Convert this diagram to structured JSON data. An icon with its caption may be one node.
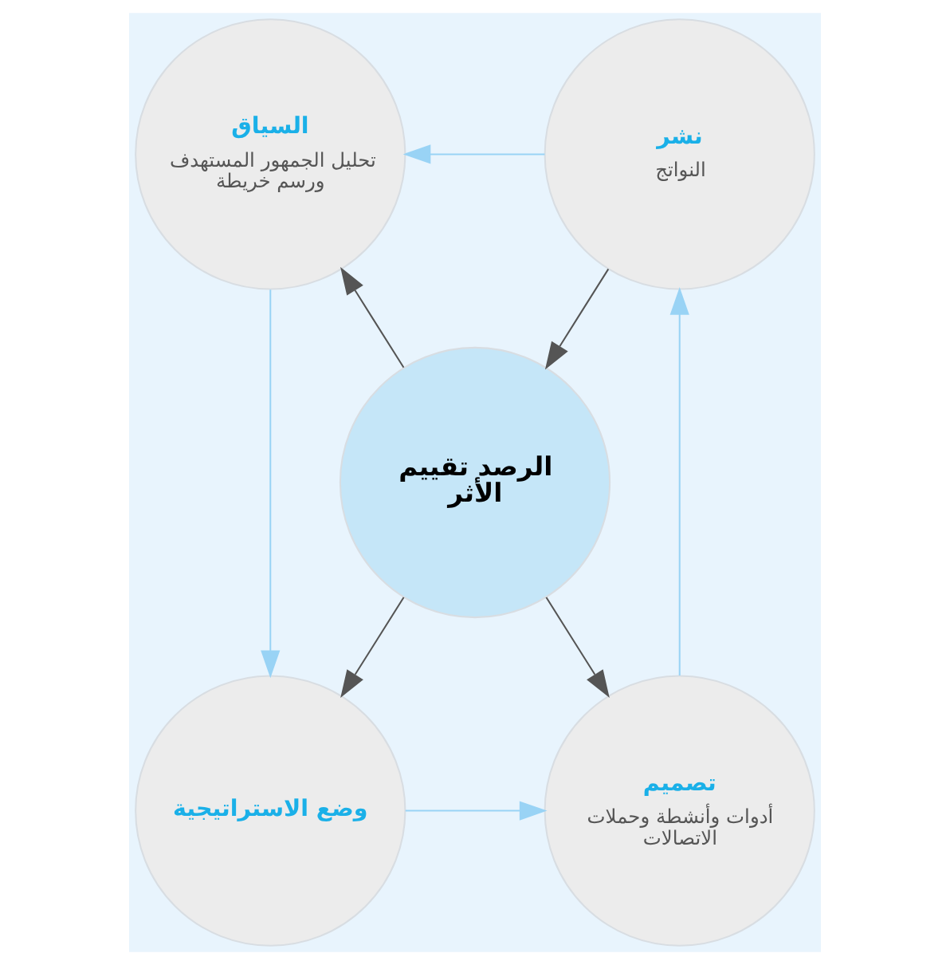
{
  "diagram": {
    "nodes": [
      {
        "text": [
          "السياق",
          "تحليل الجمهور المستهدف ورسم خريطة"
        ]
      },
      {
        "text": [
          "نشر",
          "النواتج"
        ]
      },
      {
        "text": [
          "الرصد تقييم الأثر"
        ]
      },
      {
        "text": [
          "وضع الاستراتيجية"
        ]
      },
      {
        "text": [
          "تصميم",
          "أدوات وأنشطة وحملات الاتصالات"
        ]
      }
    ],
    "edges": [
      {
        "from": 1,
        "to": 0,
        "arrow": "to",
        "color": "#99d3f5"
      },
      {
        "from": 2,
        "to": 0,
        "arrow": "to",
        "color": "#555555"
      },
      {
        "from": 1,
        "to": 2,
        "arrow": "to",
        "color": "#555555"
      },
      {
        "from": 0,
        "to": 3,
        "arrow": "to",
        "color": "#99d3f5"
      },
      {
        "from": 4,
        "to": 1,
        "arrow": "to",
        "color": "#99d3f5"
      },
      {
        "from": 2,
        "to": 3,
        "arrow": "to",
        "color": "#555555"
      },
      {
        "from": 2,
        "to": 4,
        "arrow": "to",
        "color": "#555555"
      },
      {
        "from": 3,
        "to": 4,
        "arrow": "to",
        "color": "#99d3f5"
      }
    ]
  }
}
